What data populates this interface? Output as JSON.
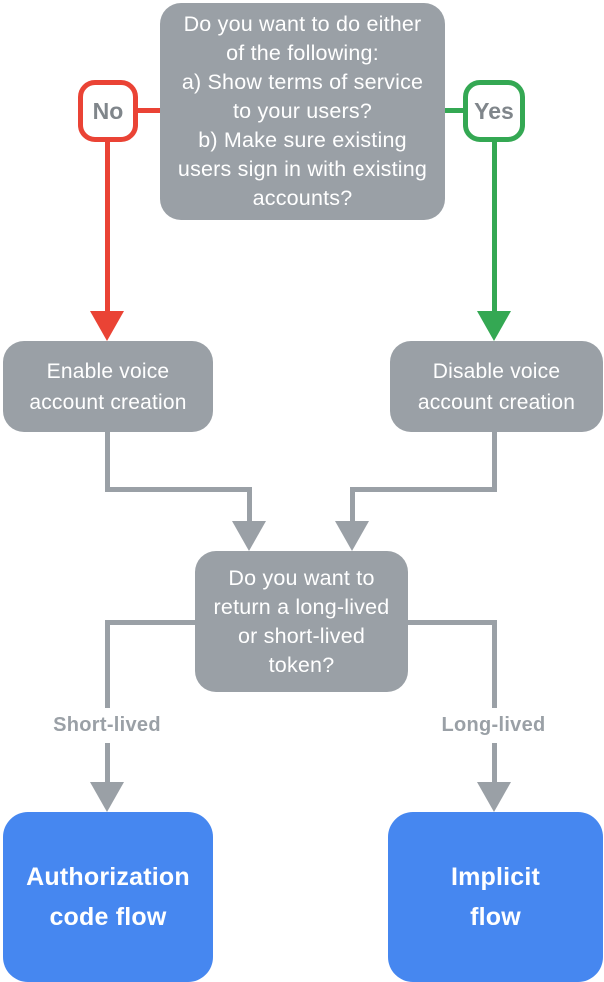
{
  "colors": {
    "node-gray": "#9AA0A6",
    "node-blue": "#4687F0",
    "edge-red": "#EA4335",
    "edge-green": "#34A853",
    "edge-gray": "#9AA0A6",
    "badge-text": "#80868B",
    "label-text": "#9AA0A6",
    "node-text": "#FFFFFF",
    "canvas-bg": "#FFFFFF"
  },
  "nodes": {
    "question_terms": "Do you want to do either\nof the following:\na) Show terms of service\nto your users?\nb) Make sure existing\nusers sign in with existing\naccounts?",
    "no_label": "No",
    "yes_label": "Yes",
    "enable_voice": "Enable voice\naccount creation",
    "disable_voice": "Disable voice\naccount creation",
    "question_token": "Do you want to\nreturn a long-lived\nor short-lived\ntoken?",
    "short_lived_label": "Short-lived",
    "long_lived_label": "Long-lived",
    "authorization_code_flow": "Authorization\ncode flow",
    "implicit_flow": "Implicit\nflow"
  }
}
